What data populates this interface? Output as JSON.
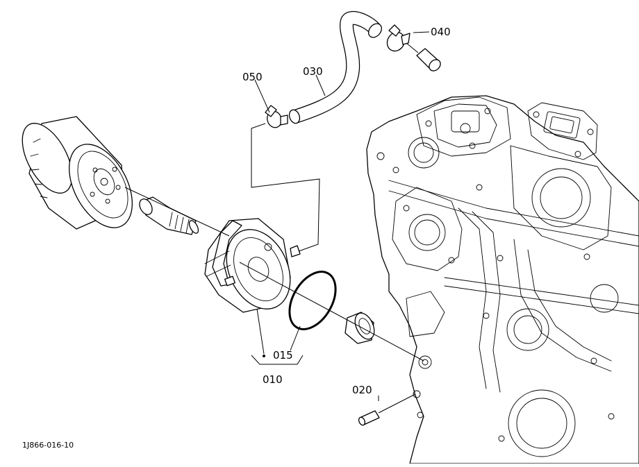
{
  "callouts": {
    "p010": "010",
    "p015": "015",
    "p020": "020",
    "p030": "030",
    "p040": "040",
    "p050": "050"
  },
  "figure_ref": "1J866-016-10"
}
